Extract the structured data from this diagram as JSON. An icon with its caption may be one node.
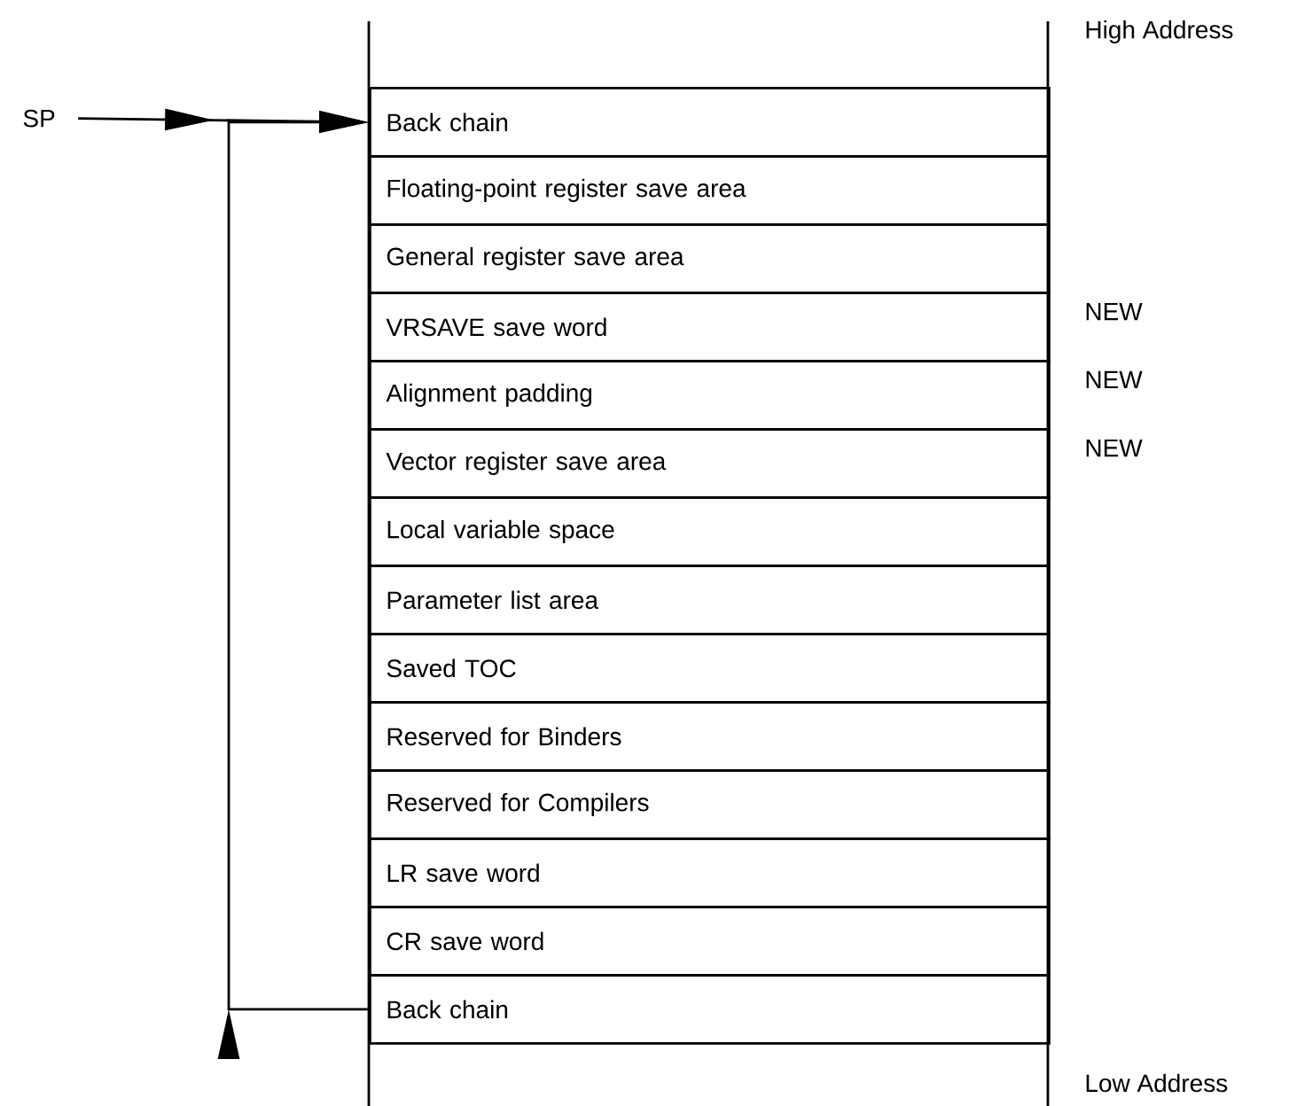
{
  "diagram": {
    "nodes": [
      {
        "text": [
          "SP"
        ]
      },
      {
        "text": [
          "Back chain"
        ]
      },
      {
        "text": [
          "Floating-point register save area"
        ]
      },
      {
        "text": [
          "General register save area"
        ]
      },
      {
        "text": [
          "VRSAVE save word"
        ],
        "beside": [
          "NEW"
        ]
      },
      {
        "text": [
          "Alignment padding"
        ],
        "beside": [
          "NEW"
        ]
      },
      {
        "text": [
          "Vector register save area"
        ],
        "beside": [
          "NEW"
        ]
      },
      {
        "text": [
          "Local variable space"
        ]
      },
      {
        "text": [
          "Parameter list area"
        ]
      },
      {
        "text": [
          "Saved TOC"
        ]
      },
      {
        "text": [
          "Reserved for Binders"
        ]
      },
      {
        "text": [
          "Reserved for Compilers"
        ]
      },
      {
        "text": [
          "LR save word"
        ]
      },
      {
        "text": [
          "CR save word"
        ]
      },
      {
        "text": [
          "Back chain"
        ]
      }
    ],
    "edges": [
      {
        "from": 0,
        "to": 1,
        "arrow": "to"
      },
      {
        "from": 14,
        "to": 1,
        "arrow": "to"
      }
    ],
    "labels": [
      "High Address",
      "Low Address"
    ]
  }
}
